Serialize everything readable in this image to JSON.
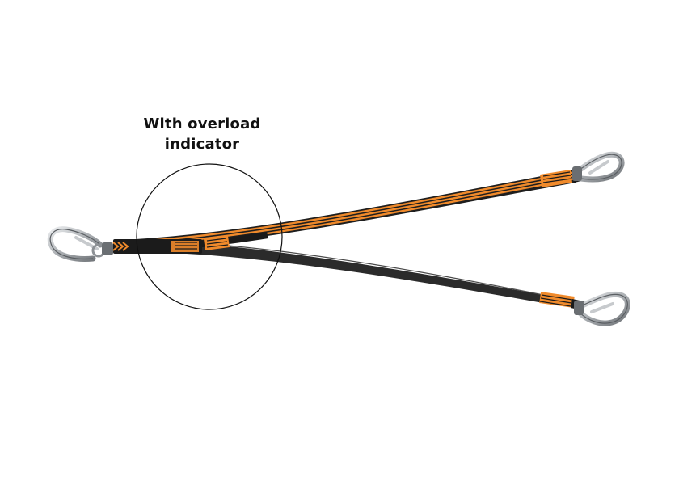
{
  "callout": {
    "line1": "With overload",
    "line2": "indicator"
  },
  "colors": {
    "background": "#ffffff",
    "webbing_orange": "#f08a2b",
    "webbing_black": "#2b2b2b",
    "hardware_steel": "#b9bcbf",
    "outline": "#111111"
  },
  "icons": {
    "carabiner": "carabiner-icon",
    "indicator_circle": "overload-indicator-circle"
  }
}
